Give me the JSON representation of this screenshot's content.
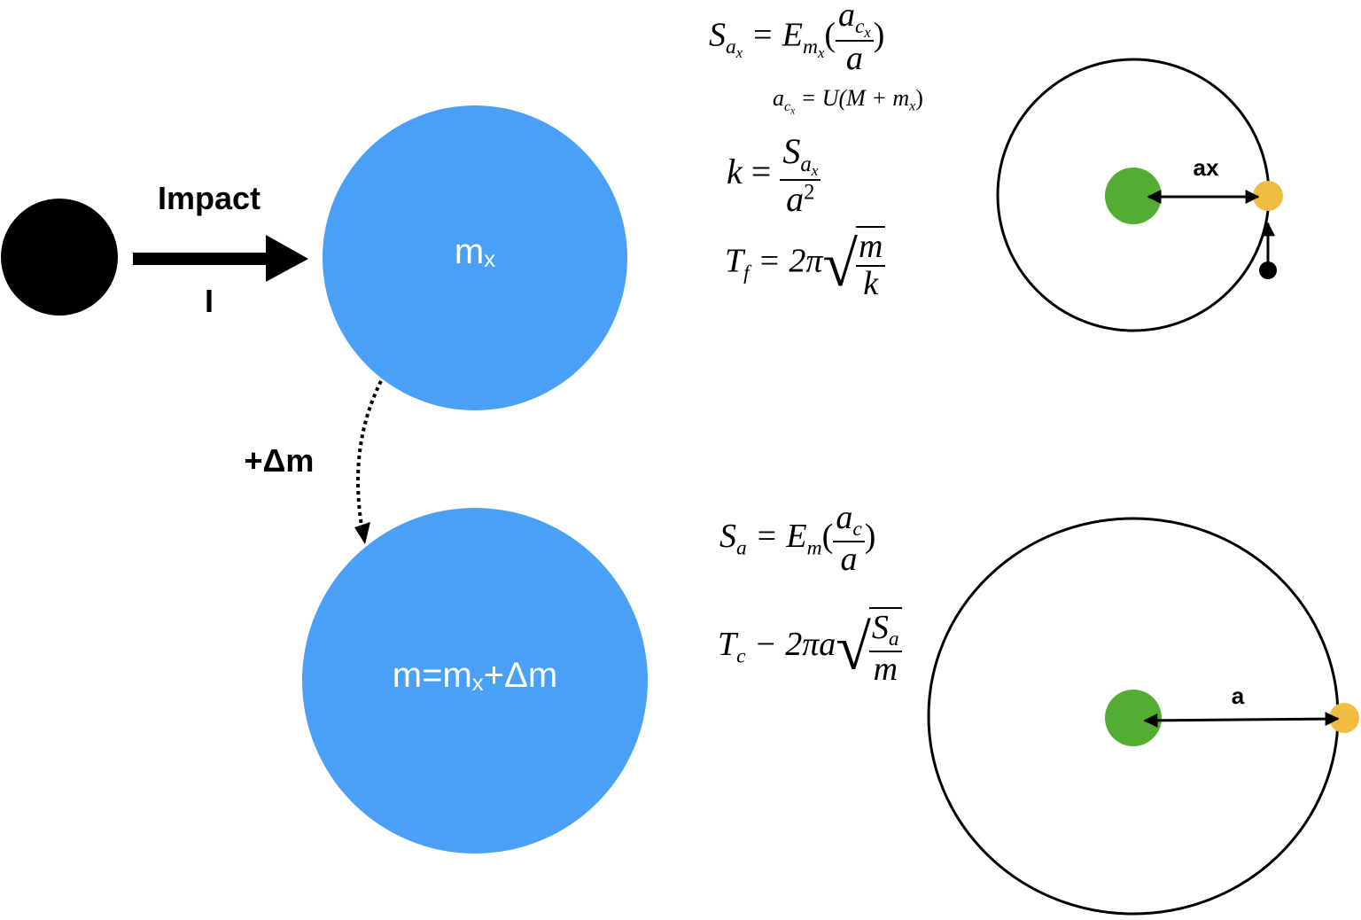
{
  "colors": {
    "impactor": "#000000",
    "body_fill": "#4aa0f7",
    "body_text": "#ffffff",
    "planet": "#54ad33",
    "satellite": "#f0bd42",
    "line": "#000000"
  },
  "impact": {
    "title": "Impact",
    "symbol": "I"
  },
  "bodies": {
    "before": {
      "label_main": "m",
      "label_sub": "x"
    },
    "after": {
      "label_prefix": "m=m",
      "label_sub": "x",
      "label_suffix": "+Δm"
    }
  },
  "mass_gain": {
    "label": "+Δm"
  },
  "equations_top": {
    "eq1": {
      "lhs": "S",
      "lhs_sub": "a",
      "lhs_subsub": "x",
      "eq": " = E",
      "e_sub": "m",
      "e_subsub": "x",
      "num": "a",
      "num_sub": "c",
      "num_subsub": "x",
      "den": "a"
    },
    "eq2": {
      "lhs": "a",
      "lhs_sub": "c",
      "lhs_subsub": "x",
      "rhs": " = U(M + m",
      "rhs_sub": "x",
      "rhs_end": ")"
    },
    "eq3": {
      "lhs": "k",
      "eq": " = ",
      "num": "S",
      "num_sub": "a",
      "num_subsub": "x",
      "den": "a",
      "den_sup": "2"
    },
    "eq4": {
      "lhs": "T",
      "lhs_sub": "f",
      "eq": " = 2π",
      "num": "m",
      "den": "k"
    }
  },
  "equations_bottom": {
    "eq1": {
      "lhs": "S",
      "lhs_sub": "a",
      "eq": " = E",
      "e_sub": "m",
      "num": "a",
      "num_sub": "c",
      "den": "a"
    },
    "eq2": {
      "lhs": "T",
      "lhs_sub": "c",
      "eq": " − 2πa",
      "num": "S",
      "num_sub": "a",
      "den": "m"
    }
  },
  "orbits": {
    "top": {
      "radius_label": "ax"
    },
    "bottom": {
      "radius_label": "a"
    }
  }
}
